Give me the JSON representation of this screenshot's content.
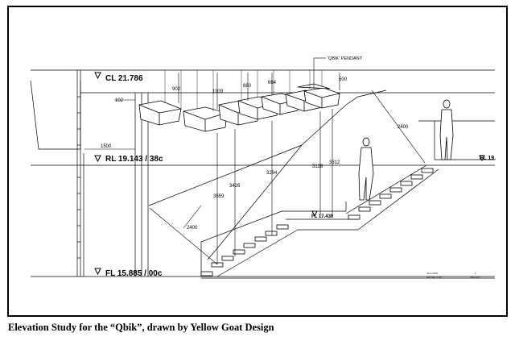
{
  "levels": {
    "cl": "CL 21.786",
    "rl": "RL 19.143 / 38c",
    "fl": "FL 15.885 / 00c",
    "landing": "FL 17.436",
    "right": "FL 19."
  },
  "pendant_label": "'QBIK' PENDANT",
  "dims": {
    "d500": "500",
    "d902": "902",
    "d1109": "1109",
    "d880": "880",
    "d664": "664",
    "d102": "102",
    "d1500": "1500",
    "d2400_right": "2400",
    "d2400_left": "2400",
    "d3559": "3559",
    "d3426": "3426",
    "d3294": "3294",
    "d3128": "3128",
    "d3312": "3312"
  },
  "title_block": {
    "date": "June 2019",
    "project": "PROJECT NO.",
    "sheet_no": "1",
    "drawing": "DWG NO."
  },
  "caption": "Elevation Study for the “Qbik”, drawn by Yellow Goat Design",
  "colors": {
    "line": "#000000",
    "paper": "#ffffff"
  }
}
